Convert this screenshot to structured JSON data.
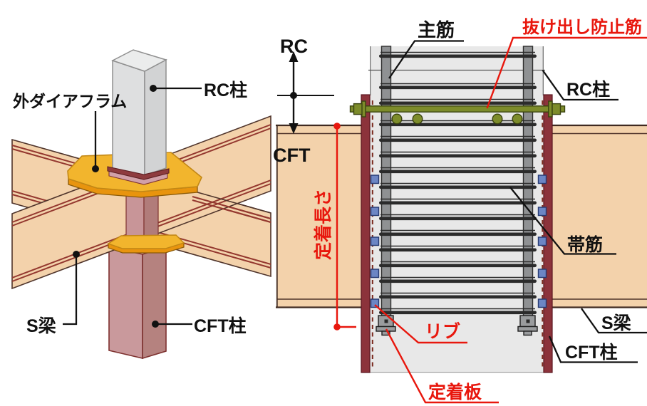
{
  "colors": {
    "label_red": "#e8170d",
    "diaphragm_yellow": "#f2b52d",
    "diaphragm_edge_orange": "#e8940e",
    "steel_maroon": "#8c333b",
    "beam_tan": "#f3d2ab",
    "rebar_green": "#7d8c2b",
    "rib_blue": "#6c86c4",
    "concrete_gray": "#e8e8e8",
    "cft_pink": "#c9999c"
  },
  "left_figure": {
    "labels": {
      "outer_diaphragm": "外ダイアフラム",
      "rc_column": "RC柱",
      "s_beam": "S梁",
      "cft_column": "CFT柱"
    }
  },
  "right_figure": {
    "labels": {
      "rc_region": "RC",
      "cft_region": "CFT",
      "main_rebar": "主筋",
      "pullout_prevention_bar": "抜け出し防止筋",
      "rc_column": "RC柱",
      "hoop_bar": "帯筋",
      "anchorage_length": "定着長さ",
      "rib": "リブ",
      "s_beam": "S梁",
      "cft_column": "CFT柱",
      "anchor_plate": "定着板"
    }
  }
}
